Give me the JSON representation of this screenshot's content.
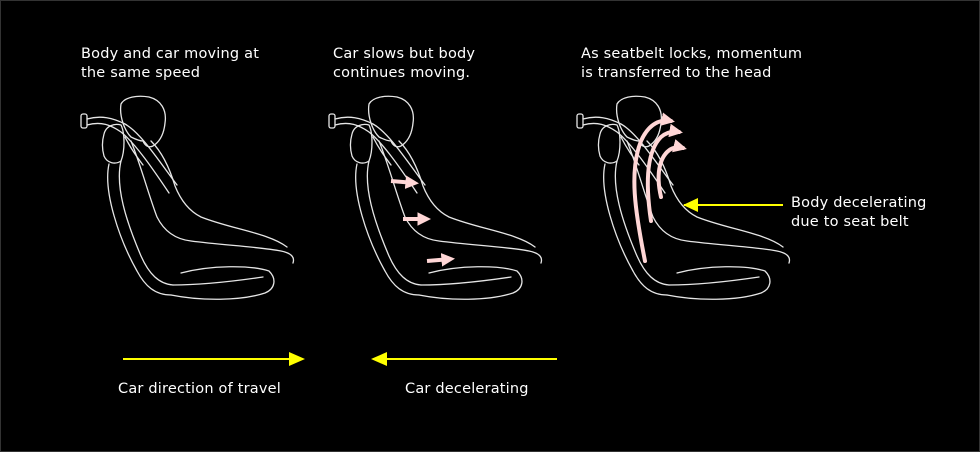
{
  "panels": [
    {
      "caption": "Body and car moving at\nthe same speed"
    },
    {
      "caption": "Car slows but body\ncontinues moving."
    },
    {
      "caption": "As seatbelt locks, momentum\nis transferred to the head"
    }
  ],
  "side_label": "Body decelerating\ndue to seat belt",
  "bottom_labels": {
    "travel": "Car direction of travel",
    "decelerating": "Car decelerating"
  },
  "colors": {
    "background": "#000000",
    "outline": "#e6e6e6",
    "direction_arrow": "#ffff00",
    "motion_arrow": "#ffd6d6"
  }
}
